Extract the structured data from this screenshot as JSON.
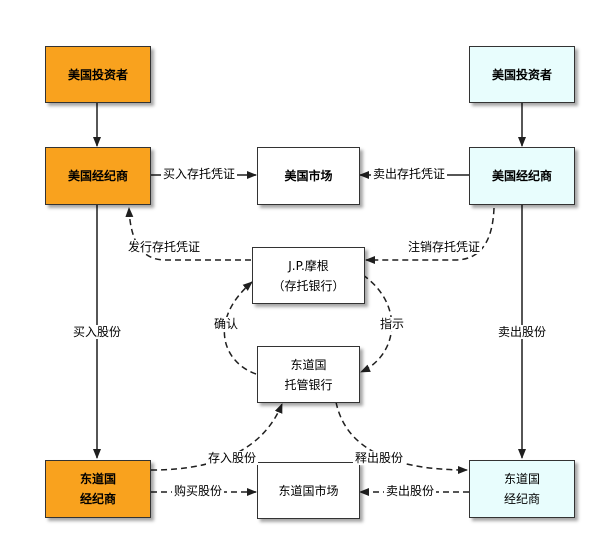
{
  "colors": {
    "orange_fill": "#f9a21e",
    "cyan_fill": "#e8fdfd",
    "white_fill": "#ffffff",
    "line": "#1f1f1f"
  },
  "nodes": {
    "us_investor_left": "美国投资者",
    "us_broker_left": "美国经纪商",
    "us_market": "美国市场",
    "us_investor_right": "美国投资者",
    "us_broker_right": "美国经纪商",
    "jp_morgan": [
      "J.P.摩根",
      "（存托银行）"
    ],
    "custodian": [
      "东道国",
      "托管银行"
    ],
    "host_broker_left": [
      "东道国",
      "经纪商"
    ],
    "host_market": "东道国市场",
    "host_broker_right": [
      "东道国",
      "经纪商"
    ]
  },
  "edges": {
    "buy_depositary_receipts": "买入存托凭证",
    "sell_depositary_receipts": "卖出存托凭证",
    "issue_depositary_receipts": "发行存托凭证",
    "cancel_depositary_receipts": "注销存托凭证",
    "buy_shares": "买入股份",
    "sell_shares_right": "卖出股份",
    "confirm": "确认",
    "instruct": "指示",
    "deposit_shares": "存入股份",
    "release_shares": "释出股份",
    "purchase_shares": "购买股份",
    "sell_shares_bottom": "卖出股份"
  }
}
